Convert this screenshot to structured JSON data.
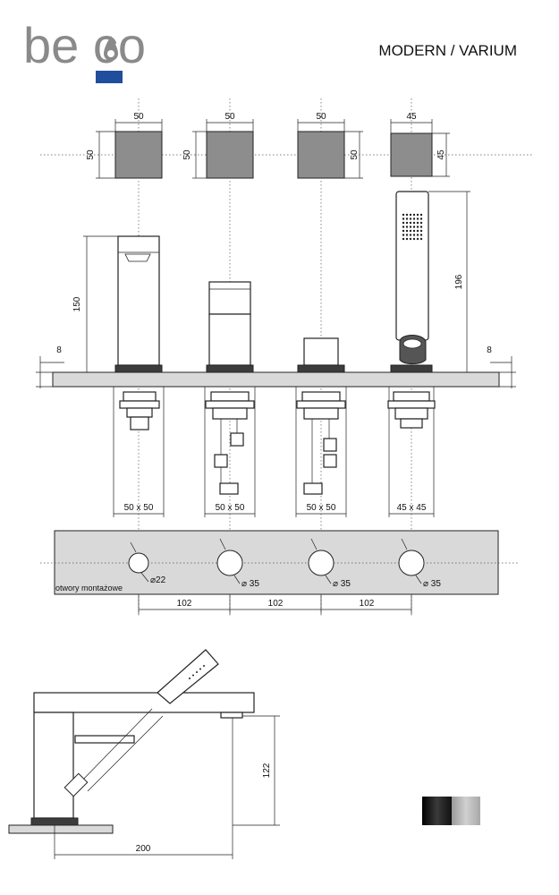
{
  "header": {
    "brand": "be co",
    "series_title": "MODERN / VARIUM"
  },
  "top_view": {
    "fixtures": [
      {
        "width": "50",
        "height": "50"
      },
      {
        "width": "50",
        "height": "50"
      },
      {
        "width": "50",
        "height": "50"
      },
      {
        "width": "45",
        "height": "45"
      }
    ]
  },
  "front_view": {
    "spout_height": "150",
    "hand_shower_height": "196",
    "deck_offset_left": "8",
    "deck_offset_right": "8",
    "base_sizes": [
      "50 x 50",
      "50 x 50",
      "50 x 50",
      "45 x 45"
    ]
  },
  "mounting_plate": {
    "label": "otwory montażowe",
    "holes": [
      "⌀22",
      "⌀ 35",
      "⌀ 35",
      "⌀ 35"
    ],
    "spacings": [
      "102",
      "102",
      "102"
    ]
  },
  "side_view": {
    "height": "122",
    "length": "200"
  },
  "colors": {
    "brand_gray": "#8a8a8a",
    "brand_blue": "#1f4e9c",
    "finish_black": "#1a1a1a",
    "finish_chrome": "#b5b5b5"
  }
}
